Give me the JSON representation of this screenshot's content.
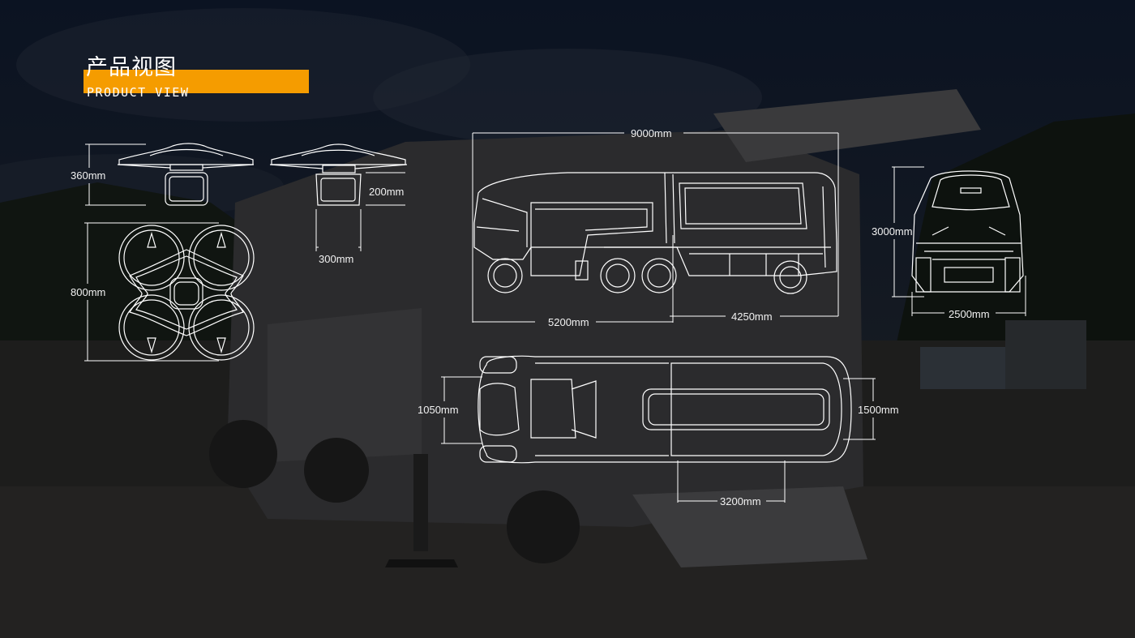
{
  "header": {
    "title_cn": "产品视图",
    "title_en": "PRODUCT VIEW",
    "accent_color": "#f59c00"
  },
  "drone": {
    "height_label": "360mm",
    "width_label": "800mm",
    "body_height_label": "200mm",
    "body_width_label": "300mm"
  },
  "vehicle": {
    "length_label": "9000mm",
    "cab_length_label": "5200mm",
    "box_length_label": "4250mm",
    "height_label": "3000mm",
    "width_label": "2500mm",
    "nose_width_label": "1050mm",
    "roof_width_label": "1500mm",
    "roof_length_label": "3200mm"
  }
}
